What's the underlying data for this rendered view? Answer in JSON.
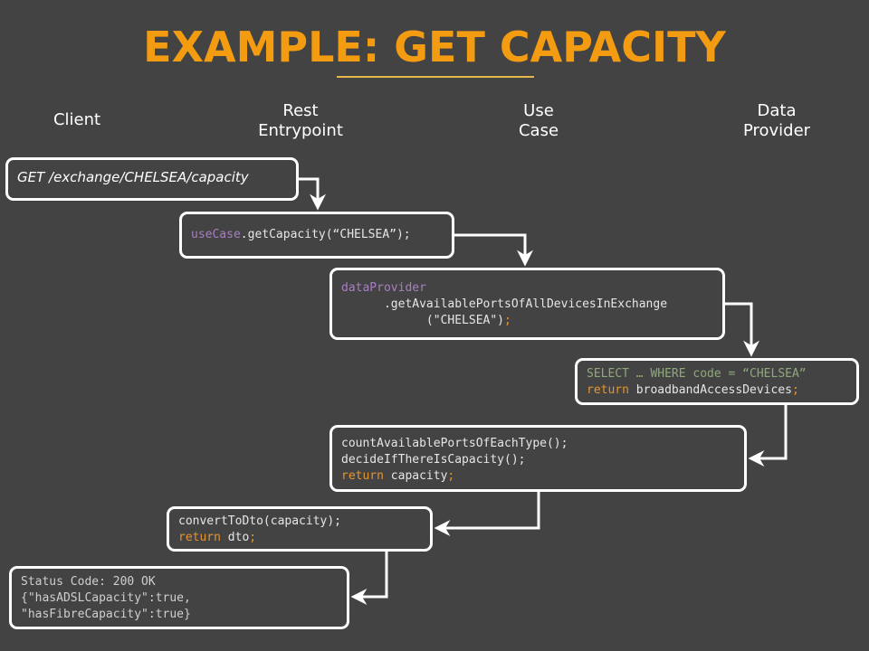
{
  "title": "EXAMPLE: GET CAPACITY",
  "columns": [
    {
      "line1": "Client",
      "line2": ""
    },
    {
      "line1": "Rest",
      "line2": "Entrypoint"
    },
    {
      "line1": "Use",
      "line2": "Case"
    },
    {
      "line1": "Data",
      "line2": "Provider"
    }
  ],
  "boxes": {
    "request": {
      "text": "GET /exchange/CHELSEA/capacity"
    },
    "entrypoint_call": {
      "var": "useCase",
      "rest": ".getCapacity(“CHELSEA”);"
    },
    "usecase_call": {
      "var": "dataProvider",
      "line2": "      .getAvailablePortsOfAllDevicesInExchange",
      "line3_pre": "            (\"CHELSEA\")",
      "line3_end": ";"
    },
    "data_provider": {
      "query": "SELECT … WHERE code = “CHELSEA”",
      "return_kw": "return",
      "return_val": " broadbandAccessDevices",
      "return_end": ";"
    },
    "usecase_logic": {
      "line1": "countAvailablePortsOfEachType();",
      "line2": "decideIfThereIsCapacity();",
      "return_kw": "return",
      "return_val": " capacity",
      "return_end": ";"
    },
    "convert": {
      "line1": "convertToDto(capacity);",
      "return_kw": "return",
      "return_val": " dto",
      "return_end": ";"
    },
    "response": {
      "line1": "Status Code: 200 OK",
      "line2": "{\"hasADSLCapacity\":true,",
      "line3": "\"hasFibreCapacity\":true}"
    }
  },
  "colors": {
    "title": "#f39c12",
    "background": "#434343",
    "keyword": "#e59532",
    "variable": "#a77fc0",
    "comment": "#8fa97a"
  }
}
